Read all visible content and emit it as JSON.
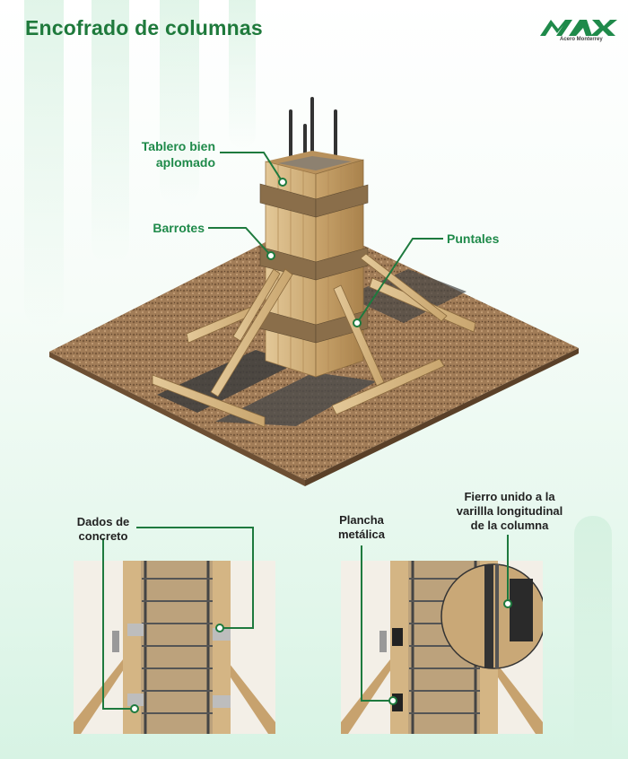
{
  "title": "Encofrado de columnas",
  "logo": {
    "mark": "MAX",
    "tagline": "Acero Monterrey",
    "color": "#1f8a4a"
  },
  "top_labels": {
    "tablero": "Tablero bien\naplomado",
    "barrotes": "Barrotes",
    "puntales": "Puntales"
  },
  "bottom_labels": {
    "dados": "Dados de\nconcreto",
    "plancha": "Plancha\nmetálica",
    "fierro": "Fierro unido a la\nvarillla longitudinal\nde la columna"
  },
  "colors": {
    "accent": "#1f8a4a",
    "callout": "#1e7a3e",
    "wood": "#d7b98a",
    "soil": "#9c7a56"
  }
}
